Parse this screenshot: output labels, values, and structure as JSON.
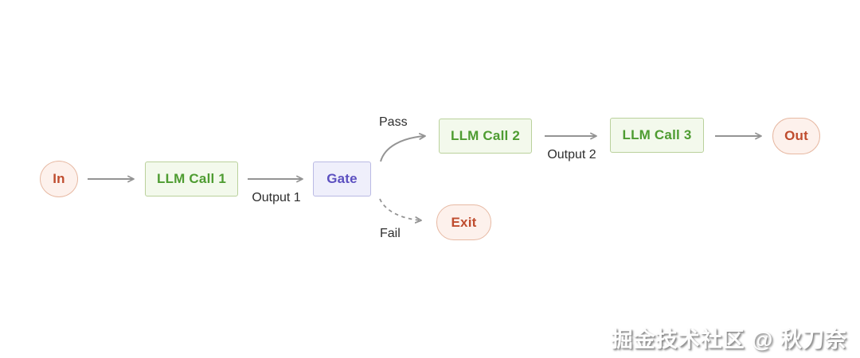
{
  "diagram": {
    "name": "prompt-chaining-workflow",
    "nodes": {
      "in": {
        "label": "In"
      },
      "llm_call_1": {
        "label": "LLM Call 1"
      },
      "gate": {
        "label": "Gate"
      },
      "llm_call_2": {
        "label": "LLM Call 2"
      },
      "llm_call_3": {
        "label": "LLM Call 3"
      },
      "out": {
        "label": "Out"
      },
      "exit": {
        "label": "Exit"
      }
    },
    "edge_labels": {
      "output_1": "Output 1",
      "output_2": "Output 2",
      "pass": "Pass",
      "fail": "Fail"
    },
    "colors": {
      "llm_fill": "#f3f9ec",
      "llm_border": "#bad19c",
      "llm_text": "#4e9c31",
      "terminal_fill": "#fdf1ec",
      "terminal_border": "#e7b9a3",
      "terminal_text": "#bf4c2e",
      "gate_fill": "#efeffb",
      "gate_border": "#babae4",
      "gate_text": "#5c50c0",
      "arrow": "#949494",
      "edge_label_text": "#2e2e2e",
      "background": "#ffffff"
    }
  },
  "watermark": {
    "text": "掘金技术社区 @ 秋刀奈"
  }
}
